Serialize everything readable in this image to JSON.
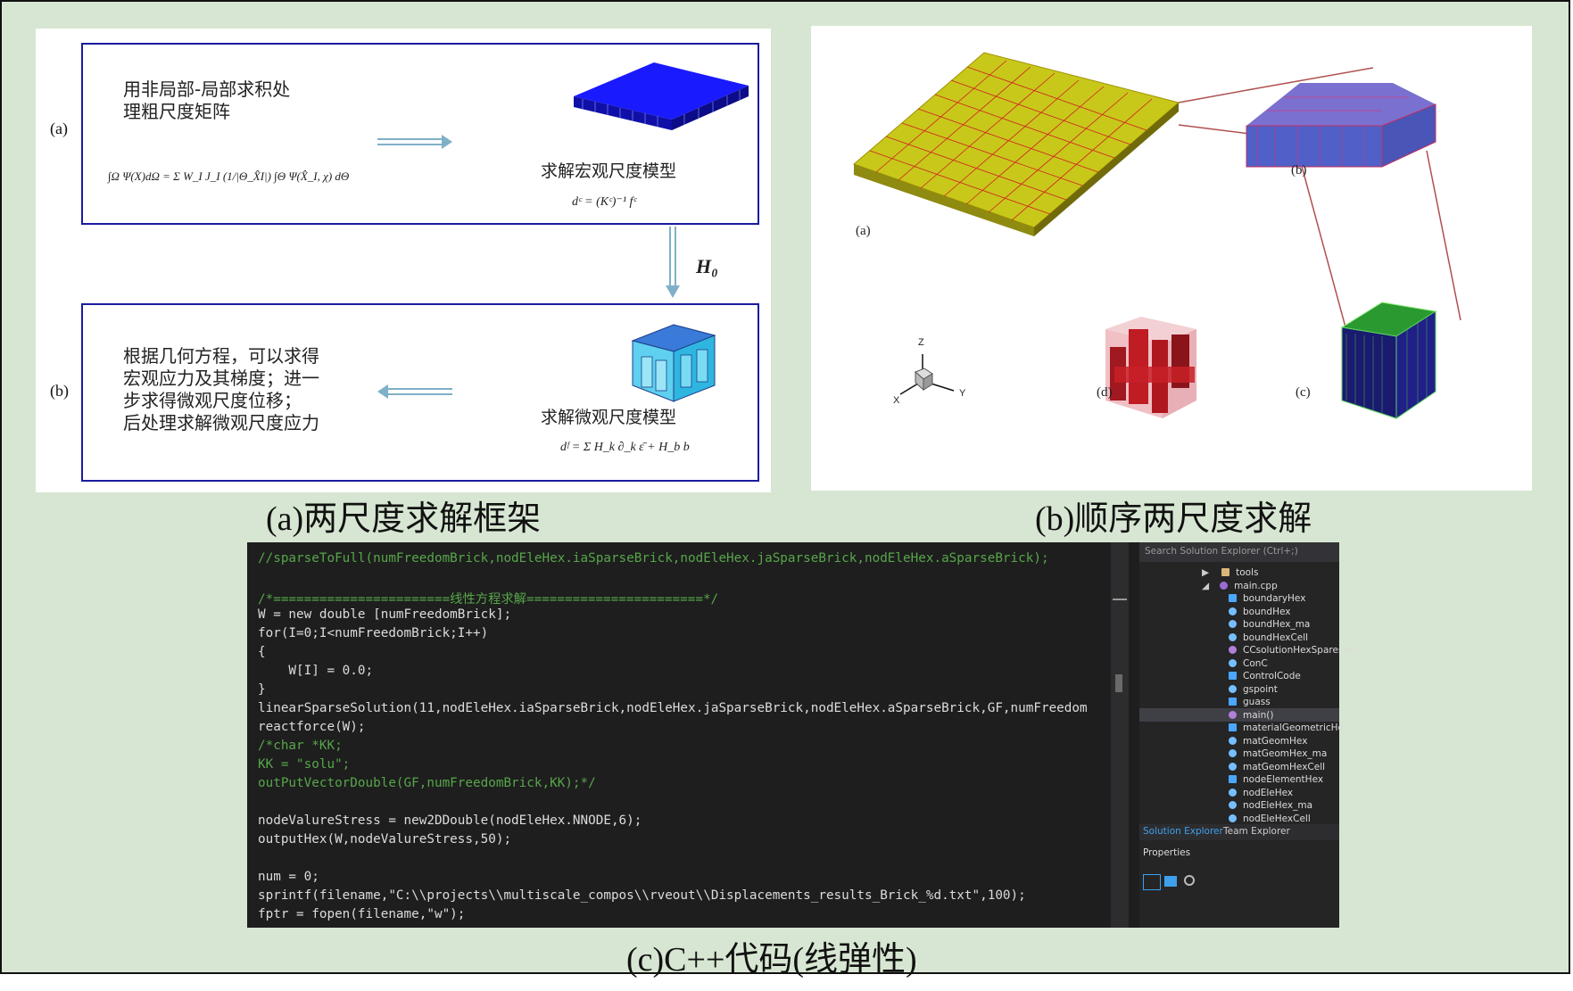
{
  "panel_a": {
    "caption": "(a)两尺度求解框架",
    "row_a_label": "(a)",
    "row_b_label": "(b)",
    "top_text": "用非局部-局部求积处\n理粗尺度矩阵",
    "top_formula": "∫Ω Ψ(X)dΩ = Σ W_I J_I (1/|Θ_X̂I|) ∫Θ Ψ(X̂_I, χ) dΘ",
    "macro_title": "求解宏观尺度模型",
    "macro_formula": "dᶜ = (Kᶜ)⁻¹ fᶜ",
    "h0_label": "H₀",
    "bottom_text": "根据几何方程，可以求得\n宏观应力及其梯度；进一\n步求得微观尺度位移；\n后处理求解微观尺度应力",
    "micro_title": "求解微观尺度模型",
    "micro_formula": "dᶠ = Σ H_k ∂_k ε̄ + H_b b"
  },
  "panel_b": {
    "caption": "(b)顺序两尺度求解",
    "label_a": "(a)",
    "label_b": "(b)",
    "label_c": "(c)",
    "label_d": "(d)",
    "axis_z": "Z",
    "axis_x": "X",
    "axis_y": "Y"
  },
  "panel_c": {
    "caption": "(c)C++代码(线弹性)",
    "code_lines": [
      "//sparseToFull(numFreedomBrick,nodEleHex.iaSparseBrick,nodEleHex.jaSparseBrick,nodEleHex.aSparseBrick);",
      "",
      "/*=======================线性方程求解=======================*/",
      "W = new double [numFreedomBrick];",
      "for(I=0;I<numFreedomBrick;I++)",
      "{",
      "    W[I] = 0.0;",
      "}",
      "linearSparseSolution(11,nodEleHex.iaSparseBrick,nodEleHex.jaSparseBrick,nodEleHex.aSparseBrick,GF,numFreedom",
      "reactforce(W);",
      "/*char *KK;",
      "KK = \"solu\";",
      "outPutVectorDouble(GF,numFreedomBrick,KK);*/",
      "",
      "nodeValureStress = new2DDouble(nodEleHex.NNODE,6);",
      "outputHex(W,nodeValureStress,50);",
      "",
      "num = 0;",
      "sprintf(filename,\"C:\\\\projects\\\\multiscale_compos\\\\rveout\\\\Displacements_results_Brick_%d.txt\",100);",
      "fptr = fopen(filename,\"w\");"
    ],
    "search_placeholder": "Search Solution Explorer (Ctrl+;)",
    "tree": [
      "tools",
      "main.cpp",
      "boundaryHex",
      "boundHex",
      "boundHex_ma",
      "boundHexCell",
      "CCsolutionHexSparese()",
      "ConC",
      "ControlCode",
      "gspoint",
      "guass",
      "main()",
      "materialGeometricHex",
      "matGeomHex",
      "matGeomHex_ma",
      "matGeomHexCell",
      "nodeElementHex",
      "nodEleHex",
      "nodEleHex_ma",
      "nodEleHexCell"
    ],
    "tab_solution": "Solution Explorer",
    "tab_team": "Team Explorer",
    "properties_label": "Properties"
  },
  "colors": {
    "frame_bg": "#d7e6d2",
    "box_border": "#1a1aa0",
    "code_bg": "#1e1e1e",
    "comment": "#57a64a",
    "keyword": "#569cd6"
  }
}
